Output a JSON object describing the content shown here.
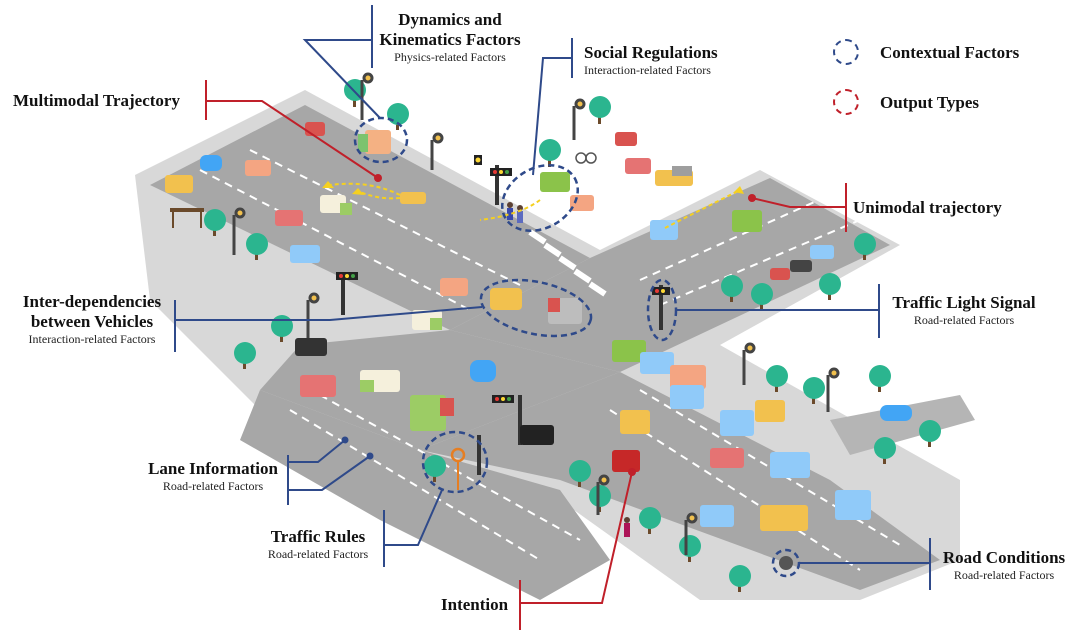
{
  "labels": {
    "dynamics": {
      "title_line1": "Dynamics and",
      "title_line2": "Kinematics Factors",
      "subtitle": "Physics-related Factors"
    },
    "social": {
      "title": "Social Regulations",
      "subtitle": "Interaction-related Factors"
    },
    "multimodal": {
      "title": "Multimodal Trajectory"
    },
    "unimodal": {
      "title": "Unimodal trajectory"
    },
    "interdep": {
      "title_line1": "Inter-dependencies",
      "title_line2": "between Vehicles",
      "subtitle": "Interaction-related Factors"
    },
    "traffic_light": {
      "title": "Traffic Light Signal",
      "subtitle": "Road-related Factors"
    },
    "lane": {
      "title": "Lane Information",
      "subtitle": "Road-related Factors"
    },
    "rules": {
      "title": "Traffic Rules",
      "subtitle": "Road-related Factors"
    },
    "intention": {
      "title": "Intention"
    },
    "road_cond": {
      "title": "Road Conditions",
      "subtitle": "Road-related Factors"
    }
  },
  "legend": {
    "contextual": {
      "label": "Contextual Factors",
      "color": "#2f4a8a"
    },
    "output": {
      "label": "Output Types",
      "color": "#c0202a"
    }
  },
  "colors": {
    "road": "#a9a9a9",
    "sidewalk": "#d9d9d9",
    "lane_mark": "#ffffff",
    "tree": "#2bb58f",
    "trunk": "#6b4a2b",
    "context_line": "#2f4a8a",
    "output_line": "#c0202a"
  }
}
